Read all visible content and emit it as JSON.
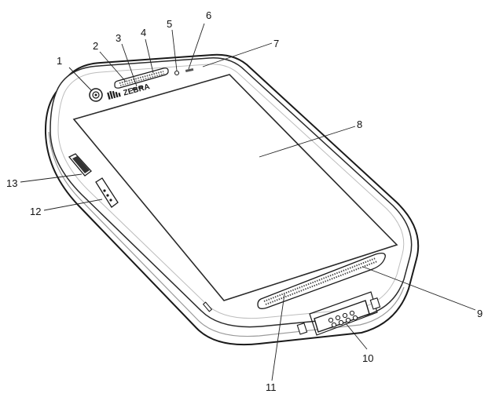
{
  "device": {
    "brand_text": "ZEBRA",
    "colors": {
      "outline": "#1a1a1a",
      "screen_border": "#2a2a2a",
      "accent_gray": "#bdbdbd"
    }
  },
  "callouts": [
    {
      "id": "1",
      "label": "1"
    },
    {
      "id": "2",
      "label": "2"
    },
    {
      "id": "3",
      "label": "3"
    },
    {
      "id": "4",
      "label": "4"
    },
    {
      "id": "5",
      "label": "5"
    },
    {
      "id": "6",
      "label": "6"
    },
    {
      "id": "7",
      "label": "7"
    },
    {
      "id": "8",
      "label": "8"
    },
    {
      "id": "9",
      "label": "9"
    },
    {
      "id": "10",
      "label": "10"
    },
    {
      "id": "11",
      "label": "11"
    },
    {
      "id": "12",
      "label": "12"
    },
    {
      "id": "13",
      "label": "13"
    }
  ]
}
